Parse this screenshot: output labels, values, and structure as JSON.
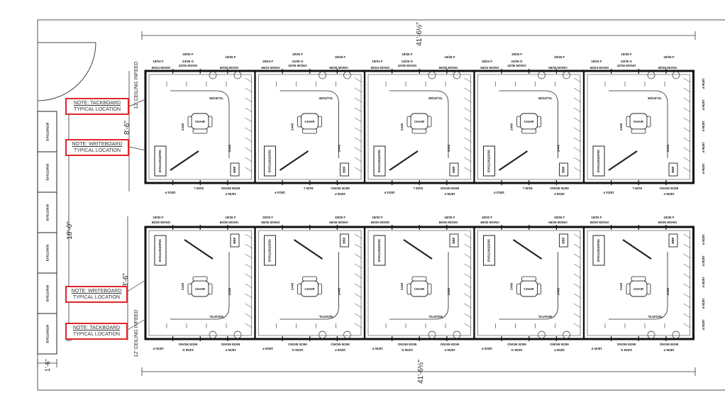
{
  "dimensions": {
    "overall_top": "41'-6½\"",
    "overall_bottom": "41'-6½\"",
    "left_overall": "18'-0\"",
    "top_row_depth": "8'-6\"",
    "bottom_row_depth": "8'-6\"",
    "bench_width": "1'-6\""
  },
  "ceiling_labels": {
    "top": "12' CEILING INFEED",
    "bottom": "12' CEILING INFEED"
  },
  "notes": [
    {
      "line1": "NOTE: TACKBOARD",
      "line2": "TYPICAL LOCATION"
    },
    {
      "line1": "NOTE: WRITEBOARD",
      "line2": "TYPICAL LOCATION"
    },
    {
      "line1": "NOTE: WRITEBOARD",
      "line2": "TYPICAL LOCATION"
    },
    {
      "line1": "NOTE: TACKBOARD",
      "line2": "TYPICAL LOCATION"
    }
  ],
  "bench_labels": [
    "EV5123623F",
    "EV5123635",
    "EV5123635",
    "EV5123635",
    "EV5123635",
    "EV5123623F"
  ],
  "panel_labels": {
    "top_a": "18/24 F",
    "top_b": "18/36 F",
    "top_c": "24/36 G",
    "top_d": "42/36 MONO",
    "top_e": "66/24 MONO",
    "top_f": "66/36 MONO",
    "bottom_a": "18/30 F",
    "bottom_b": "66/30 MONO",
    "bottom_c": "18/36 F",
    "bottom_d": "66/36 MONO",
    "cabinet": "EV5123622F8S",
    "desk": "2448",
    "bbf": "BBF",
    "top_bin": "36/24/72L",
    "bottom_bin": "36/24/72L",
    "worksurface": "8436 L",
    "worksurface_b": "8436 R",
    "chair_top": "CHAIR",
    "chair_bottom": "CHAIR"
  }
}
